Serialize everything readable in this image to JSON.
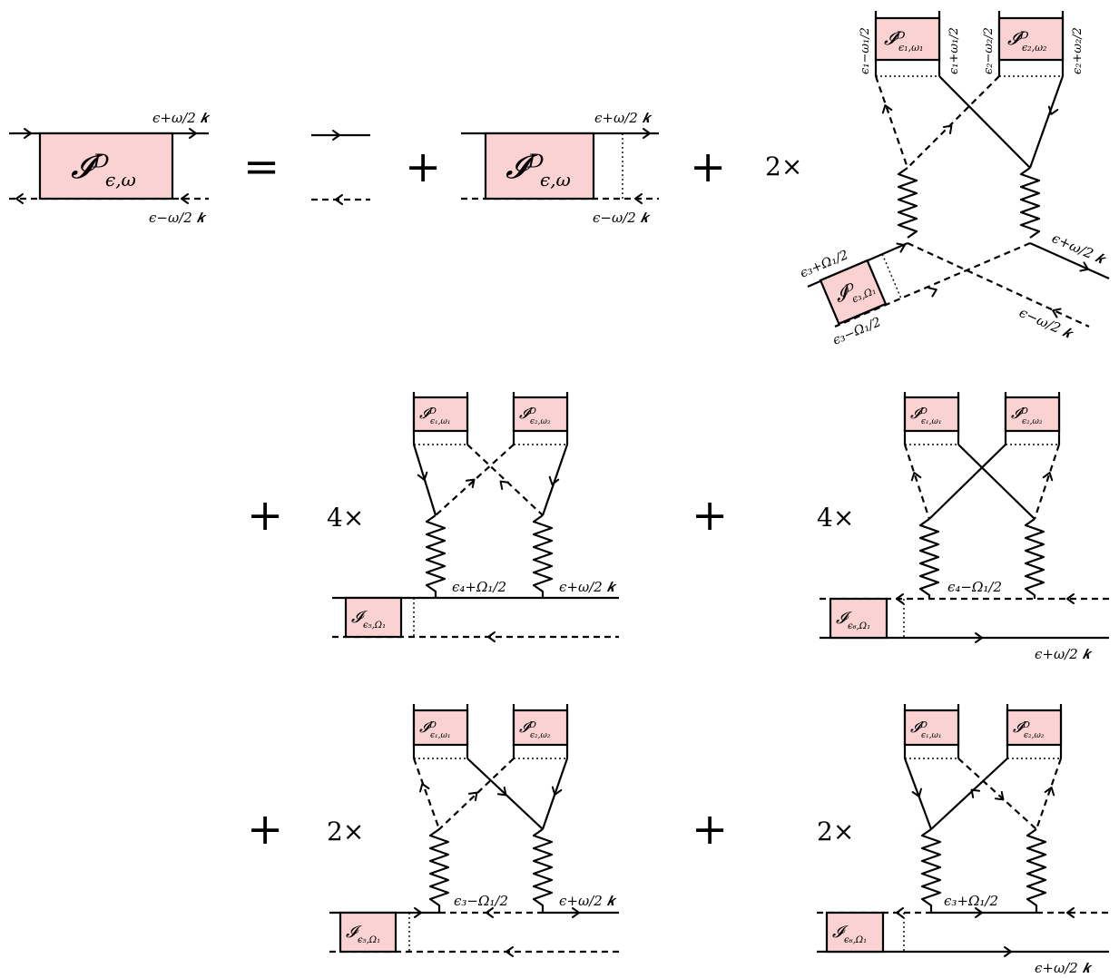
{
  "terms": {
    "lhs_box": "𝓘ᴰ",
    "lhs_box_sub": "ϵ,ω",
    "eq": "=",
    "plus": "+",
    "mult_2": "2×",
    "mult_4": "4×"
  },
  "labels": {
    "e_plus_w2_k": "ϵ+ω/2 𝒌",
    "e_minus_w2_k": "ϵ−ω/2 𝒌",
    "e1_minus_w1": "ϵ₁−ω₁/2",
    "e1_plus_w1": "ϵ₁+ω₁/2",
    "e2_minus_w2": "ϵ₂−ω₂/2",
    "e2_plus_w2": "ϵ₂+ω₂/2",
    "e3_plus_O1": "ϵ₃+Ω₁/2",
    "e3_minus_O1": "ϵ₃−Ω₁/2",
    "e4_plus_O1": "ϵ₄+Ω₁/2",
    "e4_minus_O1": "ϵ₄−Ω₁/2",
    "box_e1w1": "𝓘ᴰ",
    "box_e1w1_sub": "ϵ₁,ω₁",
    "box_e2w2": "𝓘ᴰ",
    "box_e2w2_sub": "ϵ₂,ω₂",
    "box_e3O1": "𝓘ᴰ",
    "box_e3O1_sub": "ϵ₃,Ω₁",
    "box_e5O1": "𝓘",
    "box_e5O1_sub": "ϵ₅,Ω₁",
    "box_e6O1": "𝓘",
    "box_e6O1_sub": "ϵ₆,Ω₁"
  }
}
